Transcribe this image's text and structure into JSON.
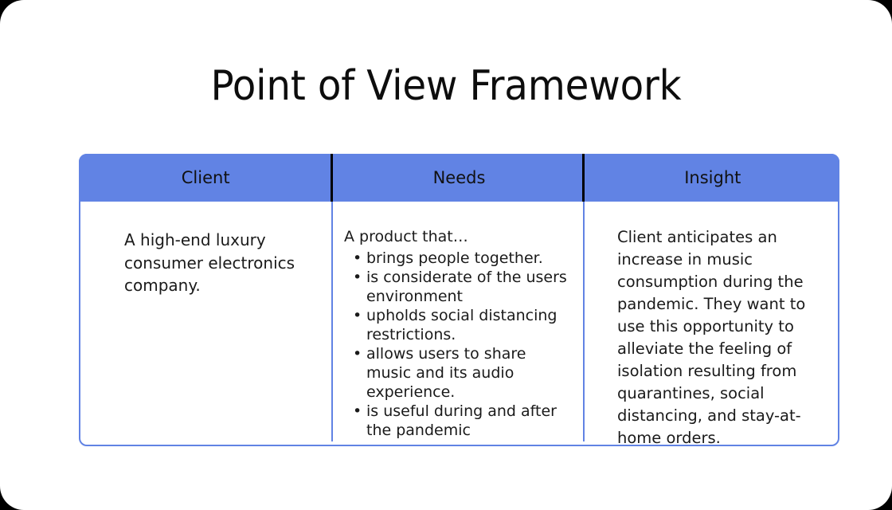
{
  "slide": {
    "title": "Point of View Framework",
    "accent_color": "#6183e4",
    "header_text_color": "#111111",
    "body_text_color": "#1a1a1a",
    "background_color": "#ffffff",
    "page_background_color": "#000000"
  },
  "table": {
    "columns": [
      {
        "header": "Client"
      },
      {
        "header": "Needs"
      },
      {
        "header": "Insight"
      }
    ],
    "client": {
      "text": "A high-end luxury consumer electronics company."
    },
    "needs": {
      "lead_in": "A product that…",
      "bullets": [
        "brings people together.",
        "is considerate of the users environment",
        "upholds social distancing restrictions.",
        " allows users to share music and its audio experience.",
        "is useful during and after the pandemic"
      ],
      "bullet_glyph": "•"
    },
    "insight": {
      "text": "Client anticipates an increase in music consumption during the pandemic. They want to use this opportunity to alleviate the feeling of isolation resulting from quarantines, social distancing, and stay-at-home orders."
    }
  }
}
